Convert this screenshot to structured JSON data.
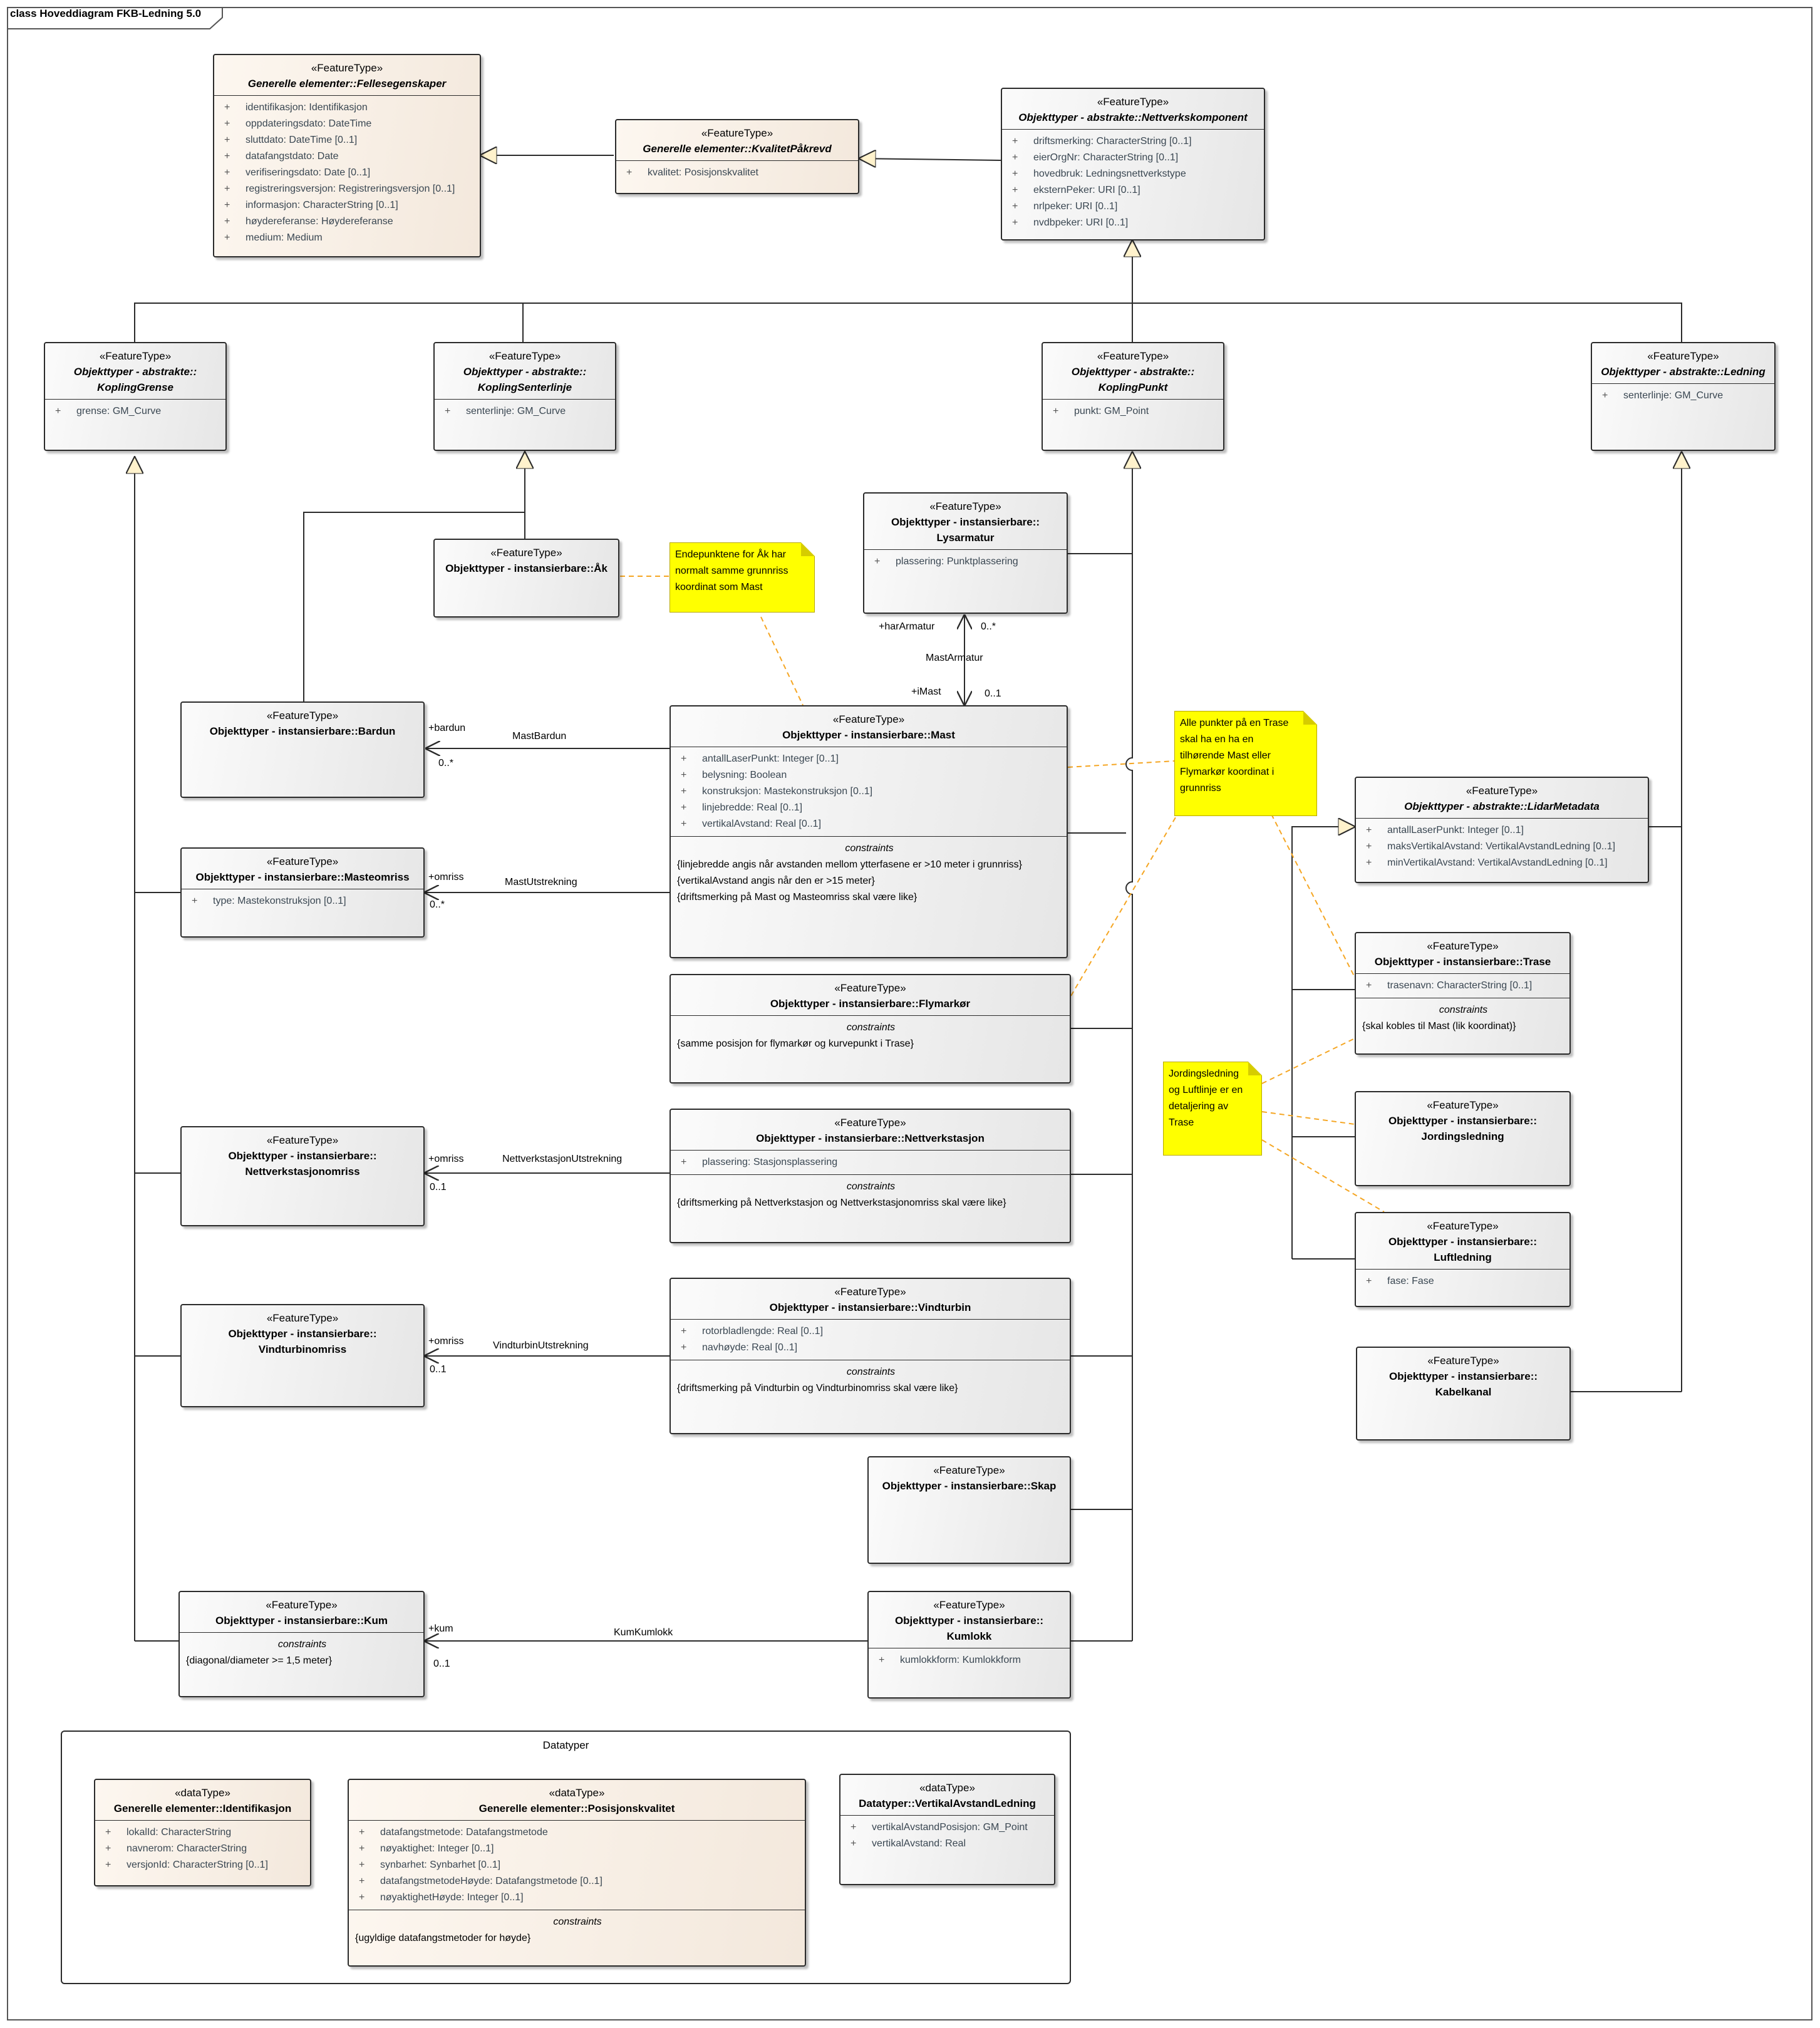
{
  "diagram_title": "class Hoveddiagram FKB-Ledning 5.0",
  "package_title": "Datatyper",
  "classes": {
    "fellesegenskaper": {
      "stereotype": "«FeatureType»",
      "name": "Generelle elementer::Fellesegenskaper",
      "attributes": [
        {
          "vis": "+",
          "text": "identifikasjon: Identifikasjon"
        },
        {
          "vis": "+",
          "text": "oppdateringsdato: DateTime"
        },
        {
          "vis": "+",
          "text": "sluttdato: DateTime [0..1]"
        },
        {
          "vis": "+",
          "text": "datafangstdato: Date"
        },
        {
          "vis": "+",
          "text": "verifiseringsdato: Date [0..1]"
        },
        {
          "vis": "+",
          "text": "registreringsversjon: Registreringsversjon [0..1]"
        },
        {
          "vis": "+",
          "text": "informasjon: CharacterString [0..1]"
        },
        {
          "vis": "+",
          "text": "høydereferanse: Høydereferanse"
        },
        {
          "vis": "+",
          "text": "medium: Medium"
        }
      ]
    },
    "kvalitet": {
      "stereotype": "«FeatureType»",
      "name": "Generelle elementer::KvalitetPåkrevd",
      "attributes": [
        {
          "vis": "+",
          "text": "kvalitet: Posisjonskvalitet"
        }
      ]
    },
    "nettverkskomponent": {
      "stereotype": "«FeatureType»",
      "name": "Objekttyper - abstrakte::Nettverkskomponent",
      "attributes": [
        {
          "vis": "+",
          "text": "driftsmerking: CharacterString [0..1]"
        },
        {
          "vis": "+",
          "text": "eierOrgNr: CharacterString [0..1]"
        },
        {
          "vis": "+",
          "text": "hovedbruk: Ledningsnettverkstype"
        },
        {
          "vis": "+",
          "text": "eksternPeker: URI [0..1]"
        },
        {
          "vis": "+",
          "text": "nrlpeker: URI [0..1]"
        },
        {
          "vis": "+",
          "text": "nvdbpeker: URI [0..1]"
        }
      ]
    },
    "koplinggrense": {
      "stereotype": "«FeatureType»",
      "name1": "Objekttyper - abstrakte::",
      "name2": "KoplingGrense",
      "attributes": [
        {
          "vis": "+",
          "text": "grense: GM_Curve"
        }
      ]
    },
    "koplingsenterlinje": {
      "stereotype": "«FeatureType»",
      "name1": "Objekttyper - abstrakte::",
      "name2": "KoplingSenterlinje",
      "attributes": [
        {
          "vis": "+",
          "text": "senterlinje: GM_Curve"
        }
      ]
    },
    "koplingpunkt": {
      "stereotype": "«FeatureType»",
      "name1": "Objekttyper - abstrakte::",
      "name2": "KoplingPunkt",
      "attributes": [
        {
          "vis": "+",
          "text": "punkt: GM_Point"
        }
      ]
    },
    "ledning": {
      "stereotype": "«FeatureType»",
      "name": "Objekttyper - abstrakte::Ledning",
      "attributes": [
        {
          "vis": "+",
          "text": "senterlinje: GM_Curve"
        }
      ]
    },
    "ak": {
      "stereotype": "«FeatureType»",
      "name": "Objekttyper - instansierbare::Åk"
    },
    "lysarmatur": {
      "stereotype": "«FeatureType»",
      "name1": "Objekttyper - instansierbare::",
      "name2": "Lysarmatur",
      "attributes": [
        {
          "vis": "+",
          "text": "plassering: Punktplassering"
        }
      ]
    },
    "bardun": {
      "stereotype": "«FeatureType»",
      "name": "Objekttyper - instansierbare::Bardun"
    },
    "mast": {
      "stereotype": "«FeatureType»",
      "name": "Objekttyper - instansierbare::Mast",
      "attributes": [
        {
          "vis": "+",
          "text": "antallLaserPunkt: Integer [0..1]"
        },
        {
          "vis": "+",
          "text": "belysning: Boolean"
        },
        {
          "vis": "+",
          "text": "konstruksjon: Mastekonstruksjon [0..1]"
        },
        {
          "vis": "+",
          "text": "linjebredde: Real [0..1]"
        },
        {
          "vis": "+",
          "text": "vertikalAvstand: Real [0..1]"
        }
      ],
      "constraints_title": "constraints",
      "constraints": [
        "{linjebredde angis når avstanden mellom ytterfasene er >10 meter i grunnriss}",
        "{vertikalAvstand angis når den er >15 meter}",
        "{driftsmerking på Mast og Masteomriss skal være like}"
      ]
    },
    "masteomriss": {
      "stereotype": "«FeatureType»",
      "name": "Objekttyper - instansierbare::Masteomriss",
      "attributes": [
        {
          "vis": "+",
          "text": "type: Mastekonstruksjon [0..1]"
        }
      ]
    },
    "flymarkor": {
      "stereotype": "«FeatureType»",
      "name": "Objekttyper - instansierbare::Flymarkør",
      "constraints_title": "constraints",
      "constraints": [
        "{samme posisjon for flymarkør og kurvepunkt i Trase}"
      ]
    },
    "nettverkstasjon": {
      "stereotype": "«FeatureType»",
      "name": "Objekttyper - instansierbare::Nettverkstasjon",
      "attributes": [
        {
          "vis": "+",
          "text": "plassering: Stasjonsplassering"
        }
      ],
      "constraints_title": "constraints",
      "constraints": [
        "{driftsmerking på Nettverkstasjon og Nettverkstasjonomriss skal være like}"
      ]
    },
    "nettverkstasjonomriss": {
      "stereotype": "«FeatureType»",
      "name1": "Objekttyper - instansierbare::",
      "name2": "Nettverkstasjonomriss"
    },
    "vindturbin": {
      "stereotype": "«FeatureType»",
      "name": "Objekttyper - instansierbare::Vindturbin",
      "attributes": [
        {
          "vis": "+",
          "text": "rotorbladlengde: Real [0..1]"
        },
        {
          "vis": "+",
          "text": "navhøyde: Real [0..1]"
        }
      ],
      "constraints_title": "constraints",
      "constraints": [
        "{driftsmerking på Vindturbin og Vindturbinomriss skal være like}"
      ]
    },
    "vindturbinomriss": {
      "stereotype": "«FeatureType»",
      "name1": "Objekttyper - instansierbare::",
      "name2": "Vindturbinomriss"
    },
    "skap": {
      "stereotype": "«FeatureType»",
      "name": "Objekttyper - instansierbare::Skap"
    },
    "kum": {
      "stereotype": "«FeatureType»",
      "name": "Objekttyper - instansierbare::Kum",
      "constraints_title": "constraints",
      "constraints": [
        "{diagonal/diameter >= 1,5 meter}"
      ]
    },
    "kumlokk": {
      "stereotype": "«FeatureType»",
      "name1": "Objekttyper - instansierbare::",
      "name2": "Kumlokk",
      "attributes": [
        {
          "vis": "+",
          "text": "kumlokkform: Kumlokkform"
        }
      ]
    },
    "lidarmetadata": {
      "stereotype": "«FeatureType»",
      "name": "Objekttyper - abstrakte::LidarMetadata",
      "attributes": [
        {
          "vis": "+",
          "text": "antallLaserPunkt: Integer [0..1]"
        },
        {
          "vis": "+",
          "text": "maksVertikalAvstand: VertikalAvstandLedning [0..1]"
        },
        {
          "vis": "+",
          "text": "minVertikalAvstand: VertikalAvstandLedning [0..1]"
        }
      ]
    },
    "trase": {
      "stereotype": "«FeatureType»",
      "name": "Objekttyper - instansierbare::Trase",
      "attributes": [
        {
          "vis": "+",
          "text": "trasenavn: CharacterString [0..1]"
        }
      ],
      "constraints_title": "constraints",
      "constraints": [
        "{skal kobles til Mast (lik koordinat)}"
      ]
    },
    "jordingsledning": {
      "stereotype": "«FeatureType»",
      "name1": "Objekttyper - instansierbare::",
      "name2": "Jordingsledning"
    },
    "luftledning": {
      "stereotype": "«FeatureType»",
      "name1": "Objekttyper - instansierbare::",
      "name2": "Luftledning",
      "attributes": [
        {
          "vis": "+",
          "text": "fase: Fase"
        }
      ]
    },
    "kabelkanal": {
      "stereotype": "«FeatureType»",
      "name1": "Objekttyper - instansierbare::",
      "name2": "Kabelkanal"
    },
    "identifikasjon": {
      "stereotype": "«dataType»",
      "name": "Generelle elementer::Identifikasjon",
      "attributes": [
        {
          "vis": "+",
          "text": "lokalId: CharacterString"
        },
        {
          "vis": "+",
          "text": "navnerom: CharacterString"
        },
        {
          "vis": "+",
          "text": "versjonId: CharacterString [0..1]"
        }
      ]
    },
    "posisjonskvalitet": {
      "stereotype": "«dataType»",
      "name": "Generelle elementer::Posisjonskvalitet",
      "attributes": [
        {
          "vis": "+",
          "text": "datafangstmetode: Datafangstmetode"
        },
        {
          "vis": "+",
          "text": "nøyaktighet: Integer [0..1]"
        },
        {
          "vis": "+",
          "text": "synbarhet: Synbarhet [0..1]"
        },
        {
          "vis": "+",
          "text": "datafangstmetodeHøyde: Datafangstmetode [0..1]"
        },
        {
          "vis": "+",
          "text": "nøyaktighetHøyde: Integer [0..1]"
        }
      ],
      "constraints_title": "constraints",
      "constraints": [
        "{ugyldige datafangstmetoder for høyde}"
      ]
    },
    "vertikalavstand": {
      "stereotype": "«dataType»",
      "name": "Datatyper::VertikalAvstandLedning",
      "attributes": [
        {
          "vis": "+",
          "text": "vertikalAvstandPosisjon: GM_Point"
        },
        {
          "vis": "+",
          "text": "vertikalAvstand: Real"
        }
      ]
    }
  },
  "notes": {
    "ak_note": [
      "Endepunktene for Åk har",
      "normalt samme grunnriss",
      "koordinat som Mast"
    ],
    "trase_note": [
      "Alle punkter på en Trase",
      "skal ha en ha en",
      "tilhørende Mast eller",
      "Flymarkør koordinat i",
      "grunnriss"
    ],
    "jording_note": [
      "Jordingsledning",
      "og Luftlinje er en",
      "detaljering av",
      "Trase"
    ]
  },
  "associations": {
    "lysarmatur_mast": {
      "name": "MastArmatur",
      "role_top": "+harArmatur",
      "mult_top": "0..*",
      "role_bottom": "+iMast",
      "mult_bottom": "0..1"
    },
    "mast_bardun": {
      "name": "MastBardun",
      "role": "+bardun",
      "mult": "0..*"
    },
    "mast_masteomriss": {
      "name": "MastUtstrekning",
      "role": "+omriss",
      "mult": "0..*"
    },
    "nettverkstasjon_omriss": {
      "name": "NettverkstasjonUtstrekning",
      "role": "+omriss",
      "mult": "0..1"
    },
    "vindturbin_omriss": {
      "name": "VindturbinUtstrekning",
      "role": "+omriss",
      "mult": "0..1"
    },
    "kumlokk_kum": {
      "name": "KumKumlokk",
      "role": "+kum",
      "mult": "0..1"
    }
  }
}
